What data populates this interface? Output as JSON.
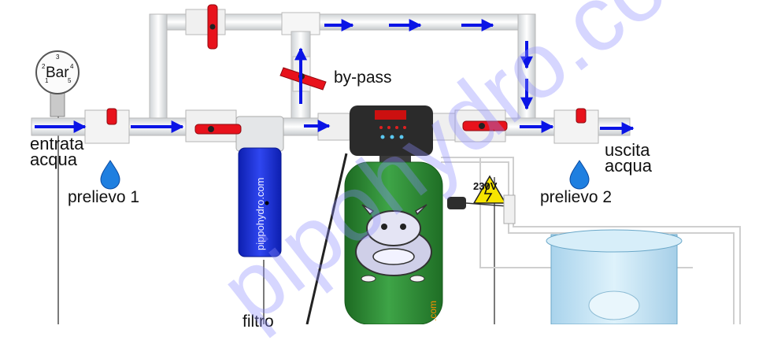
{
  "labels": {
    "inlet_line1": "entrata",
    "inlet_line2": "acqua",
    "outlet_line1": "uscita",
    "outlet_line2": "acqua",
    "bypass": "by-pass",
    "tap1": "prelievo 1",
    "tap2": "prelievo 2",
    "filter": "filtro",
    "voltage": "230V",
    "gauge_unit": "Bar",
    "gauge_ticks": [
      "1",
      "2",
      "3",
      "4",
      "5"
    ]
  },
  "watermarks": {
    "main": "pipohydro.com",
    "filter_text": "pippohydro.com",
    "tank_text": ".com"
  },
  "colors": {
    "flow_arrow": "#0a14e6",
    "valve_handle": "#e8121c",
    "pipe": "#f3f3f3",
    "filter_cartridge": "#1a2fd9",
    "tank": "#2c8b32",
    "brine_tank": "#c9e6f5",
    "warning_sign": "#f7e500",
    "watermark": "#8c8cff"
  },
  "icons": [
    "pressure-gauge-icon",
    "water-drop-icon",
    "valve-handle-icon",
    "power-plug-icon",
    "high-voltage-warning-icon",
    "cow-mascot-icon"
  ]
}
